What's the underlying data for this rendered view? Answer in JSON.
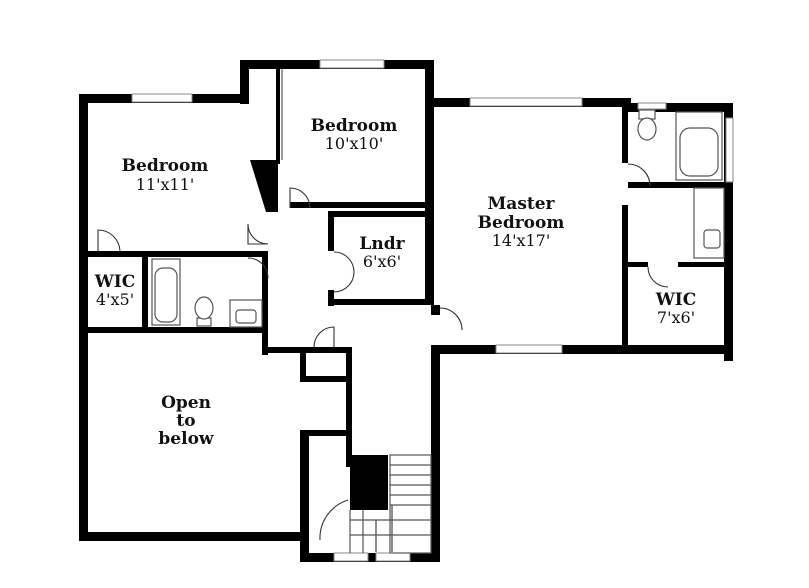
{
  "rooms": {
    "bedroom1": {
      "name": "Bedroom",
      "size": "11'x11'"
    },
    "bedroom2": {
      "name": "Bedroom",
      "size": "10'x10'"
    },
    "master": {
      "name1": "Master",
      "name2": "Bedroom",
      "size": "14'x17'"
    },
    "laundry": {
      "name": "Lndr",
      "size": "6'x6'"
    },
    "wic1": {
      "name": "WIC",
      "size": "4'x5'"
    },
    "wic2": {
      "name": "WIC",
      "size": "7'x6'"
    },
    "open": {
      "line1": "Open",
      "line2": "to",
      "line3": "below"
    }
  }
}
